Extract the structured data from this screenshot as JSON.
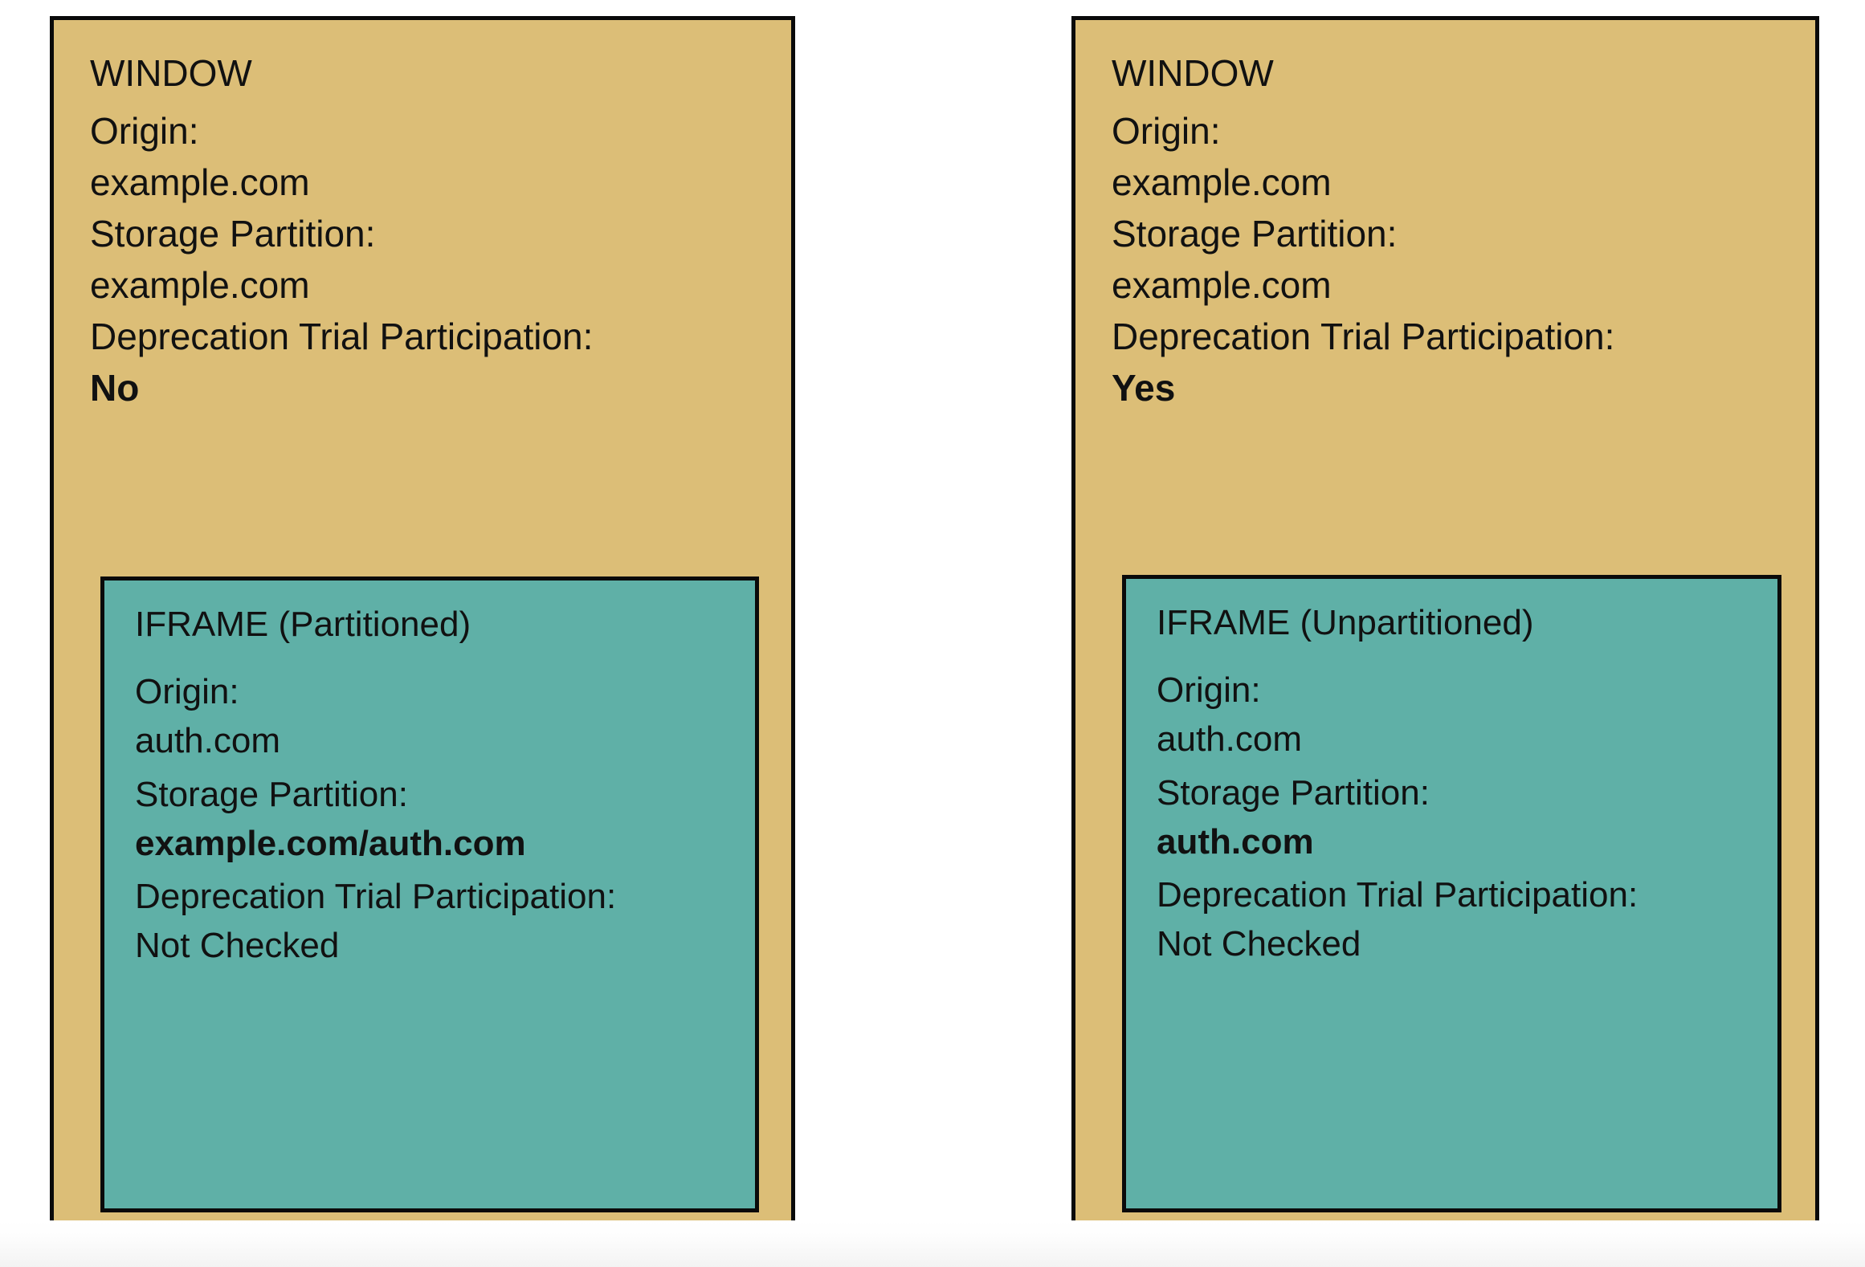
{
  "colors": {
    "window_fill": "#DCBE77",
    "iframe_fill": "#5FB0A7",
    "border": "#0a0a0a",
    "text": "#111111",
    "background": "#ffffff"
  },
  "labels": {
    "origin": "Origin:",
    "storage_partition": "Storage Partition:",
    "deprecation_trial": "Deprecation Trial Participation:"
  },
  "panels": [
    {
      "id": "left",
      "window": {
        "title": "WINDOW",
        "origin_label": "Origin:",
        "origin_value": "example.com",
        "storage_label": "Storage Partition:",
        "storage_value": "example.com",
        "storage_bold": false,
        "trial_label": "Deprecation Trial Participation:",
        "trial_value": "No",
        "trial_bold": true
      },
      "iframe": {
        "title": "IFRAME (Partitioned)",
        "origin_label": "Origin:",
        "origin_value": "auth.com",
        "storage_label": "Storage Partition:",
        "storage_value": "example.com/auth.com",
        "storage_bold": true,
        "trial_label": "Deprecation Trial Participation:",
        "trial_value": "Not Checked",
        "trial_bold": false
      }
    },
    {
      "id": "right",
      "window": {
        "title": "WINDOW",
        "origin_label": "Origin:",
        "origin_value": "example.com",
        "storage_label": "Storage Partition:",
        "storage_value": "example.com",
        "storage_bold": false,
        "trial_label": "Deprecation Trial Participation:",
        "trial_value": "Yes",
        "trial_bold": true
      },
      "iframe": {
        "title": "IFRAME (Unpartitioned)",
        "origin_label": "Origin:",
        "origin_value": "auth.com",
        "storage_label": "Storage Partition:",
        "storage_value": "auth.com",
        "storage_bold": true,
        "trial_label": "Deprecation Trial Participation:",
        "trial_value": "Not Checked",
        "trial_bold": false
      }
    }
  ]
}
